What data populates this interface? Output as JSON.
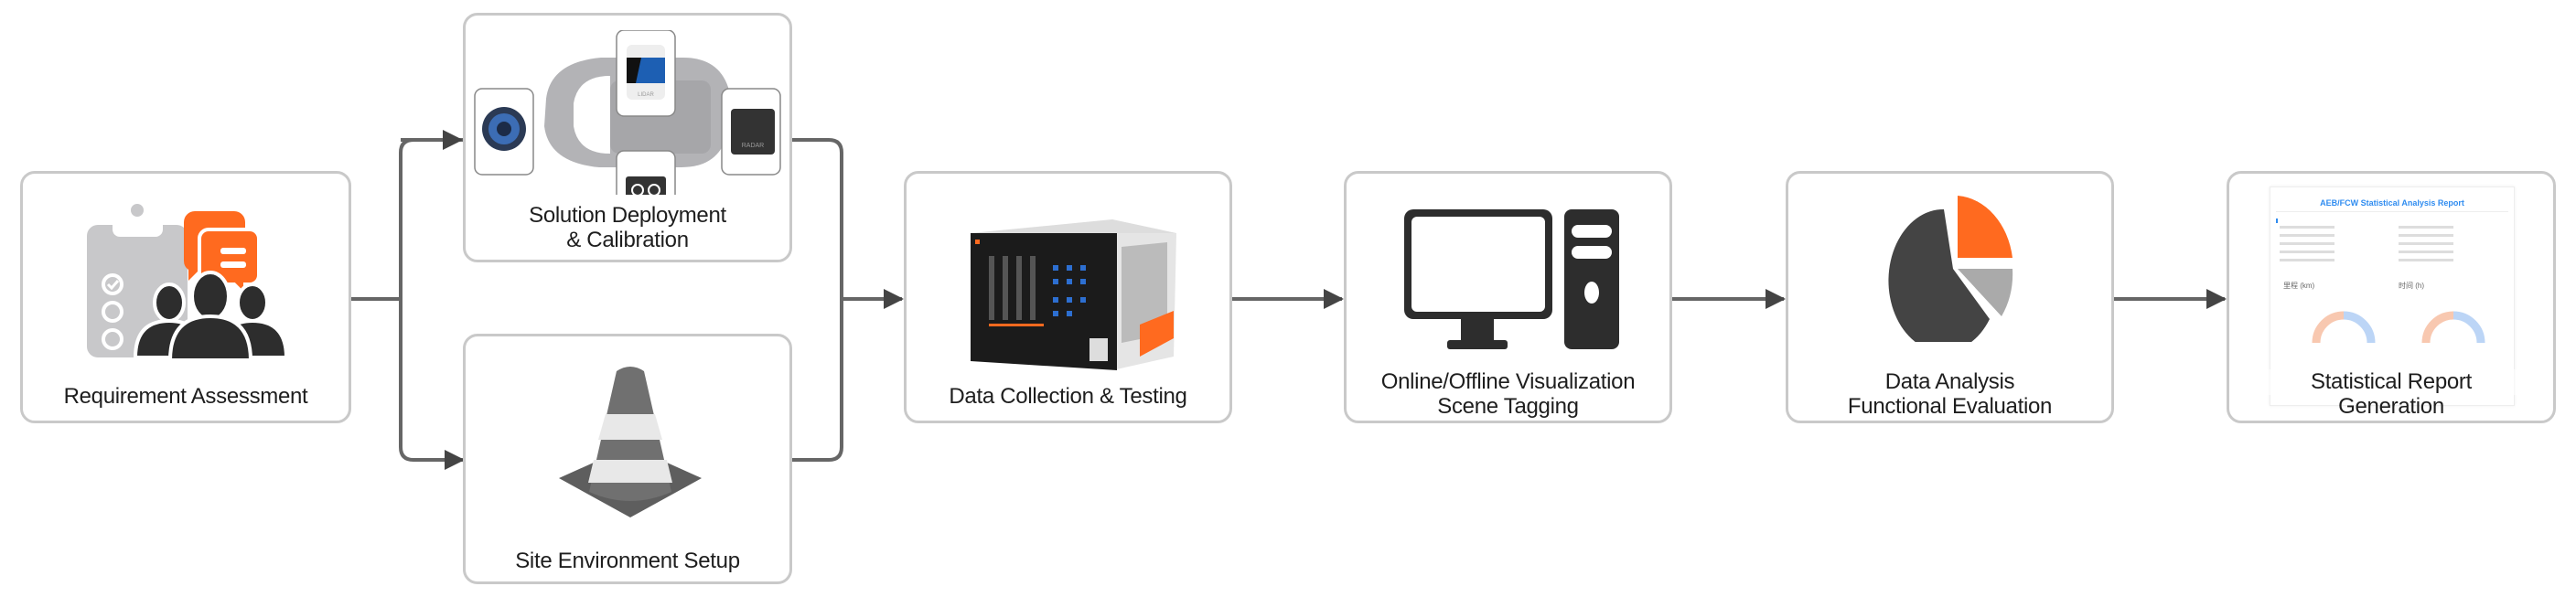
{
  "steps": {
    "requirement": {
      "label": "Requirement Assessment"
    },
    "deployment": {
      "line1": "Solution Deployment",
      "line2": "& Calibration",
      "sensor_lidar": "LIDAR",
      "sensor_radar": "RADAR"
    },
    "site": {
      "label": "Site Environment Setup"
    },
    "collection": {
      "label": "Data Collection & Testing"
    },
    "visualization": {
      "line1": "Online/Offline Visualization",
      "line2": "Scene Tagging"
    },
    "analysis": {
      "line1": "Data Analysis",
      "line2": "Functional Evaluation"
    },
    "report": {
      "line1": "Statistical Report",
      "line2": "Generation",
      "thumb_title": "AEB/FCW Statistical Analysis Report",
      "chart1": "里程 (km)",
      "chart2": "时间 (h)"
    }
  },
  "colors": {
    "accent": "#ff6a1f",
    "dark": "#2d2d2d",
    "gray": "#c8c8ca",
    "line": "#555555"
  }
}
